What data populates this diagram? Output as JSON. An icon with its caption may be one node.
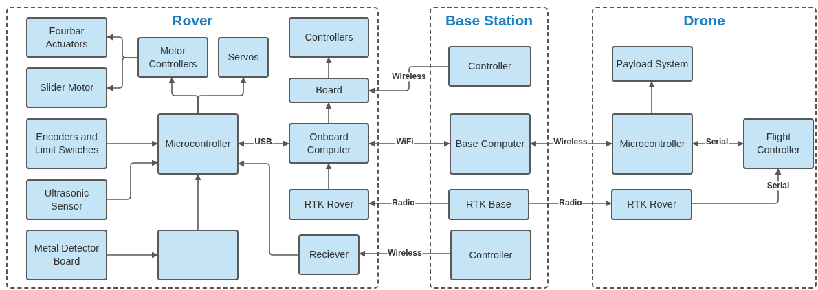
{
  "diagram": {
    "nodes": [
      {
        "text": [
          "Rover"
        ]
      },
      {
        "text": [
          "Base Station"
        ]
      },
      {
        "text": [
          "Drone"
        ]
      },
      {
        "text": [
          "Fourbar Actuators"
        ],
        "in": 0
      },
      {
        "text": [
          "Motor Controllers"
        ],
        "in": 0
      },
      {
        "text": [
          "Servos"
        ],
        "in": 0
      },
      {
        "text": [
          "Controllers"
        ],
        "in": 0
      },
      {
        "text": [
          "Slider Motor"
        ],
        "in": 0
      },
      {
        "text": [
          "Board"
        ],
        "in": 0
      },
      {
        "text": [
          "Encoders and Limit Switches"
        ],
        "in": 0
      },
      {
        "text": [
          "Microcontroller"
        ],
        "in": 0
      },
      {
        "text": [
          "Onboard Computer"
        ],
        "in": 0
      },
      {
        "text": [
          "Ultrasonic Sensor"
        ],
        "in": 0
      },
      {
        "text": [
          "RTK Rover"
        ],
        "in": 0
      },
      {
        "text": [
          "Metal Detector Board"
        ],
        "in": 0
      },
      {
        "text": [],
        "shape": "box",
        "in": 0
      },
      {
        "text": [
          "Reciever"
        ],
        "in": 0
      },
      {
        "text": [
          "Controller"
        ],
        "in": 1
      },
      {
        "text": [
          "Base Computer"
        ],
        "in": 1
      },
      {
        "text": [
          "RTK Base"
        ],
        "in": 1
      },
      {
        "text": [
          "Controller"
        ],
        "in": 1
      },
      {
        "text": [
          "Payload System"
        ],
        "in": 2
      },
      {
        "text": [
          "Microcontroller"
        ],
        "in": 2
      },
      {
        "text": [
          "Flight Controller"
        ],
        "in": 2
      },
      {
        "text": [
          "RTK Rover"
        ],
        "in": 2
      }
    ],
    "edges": [
      {
        "from": 4,
        "to": 3,
        "arrow": "to"
      },
      {
        "from": 4,
        "to": 7,
        "arrow": "to"
      },
      {
        "from": 10,
        "to": 4,
        "arrow": "to"
      },
      {
        "from": 10,
        "to": 5,
        "arrow": "to"
      },
      {
        "from": 11,
        "to": 8,
        "arrow": "to"
      },
      {
        "from": 8,
        "to": 6,
        "arrow": "to"
      },
      {
        "from": 17,
        "to": 8,
        "arrow": "to",
        "label": "Wireless"
      },
      {
        "from": 9,
        "to": 10,
        "arrow": "to"
      },
      {
        "from": 12,
        "to": 10,
        "arrow": "to"
      },
      {
        "from": 14,
        "to": 15,
        "arrow": "to"
      },
      {
        "from": 15,
        "to": 10,
        "arrow": "to"
      },
      {
        "from": 10,
        "to": 11,
        "arrow": "both",
        "label": "USB"
      },
      {
        "from": 11,
        "to": 18,
        "arrow": "both",
        "label": "WiFi"
      },
      {
        "from": 13,
        "to": 11,
        "arrow": "to"
      },
      {
        "from": 19,
        "to": 13,
        "arrow": "to",
        "label": "Radio"
      },
      {
        "from": 16,
        "to": 10,
        "arrow": "to"
      },
      {
        "from": 20,
        "to": 16,
        "arrow": "to",
        "label": "Wireless"
      },
      {
        "from": 18,
        "to": 22,
        "arrow": "both",
        "label": "Wireless"
      },
      {
        "from": 22,
        "to": 21,
        "arrow": "to"
      },
      {
        "from": 22,
        "to": 23,
        "arrow": "both",
        "label": "Serial"
      },
      {
        "from": 19,
        "to": 24,
        "arrow": "to",
        "label": "Radio"
      },
      {
        "from": 24,
        "to": 23,
        "arrow": "to",
        "label": "Serial"
      }
    ]
  }
}
